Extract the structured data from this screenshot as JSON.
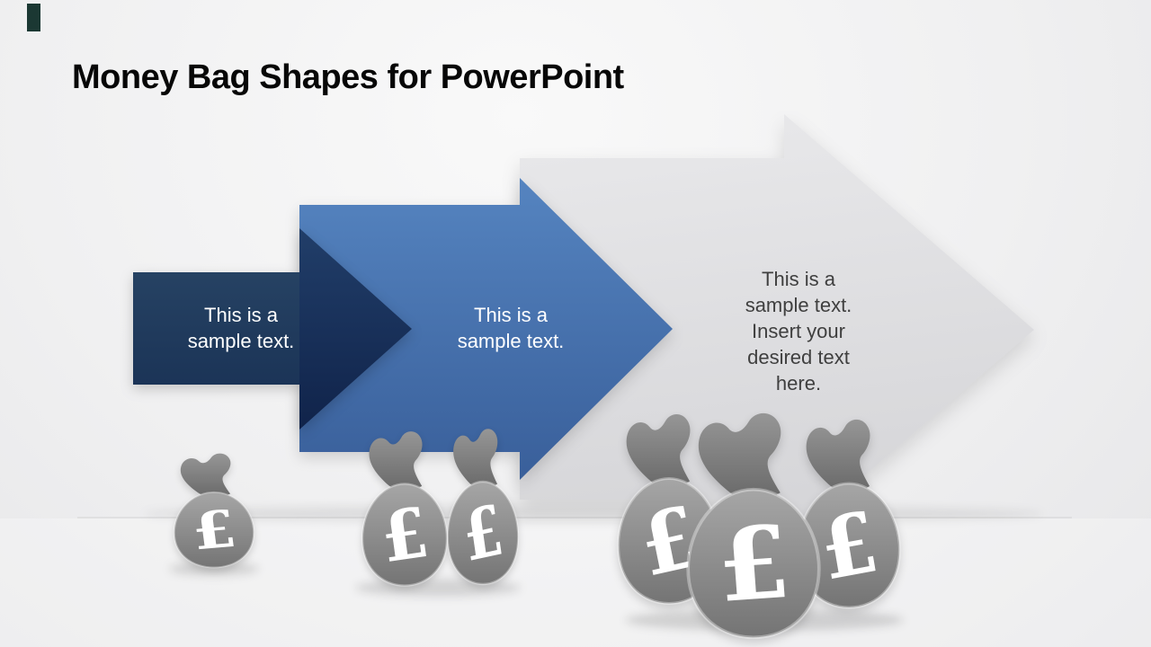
{
  "slide": {
    "title": "Money Bag Shapes for PowerPoint",
    "background_color": "#f0f0f1",
    "corner_accent_color": "#1b3833"
  },
  "arrows": [
    {
      "step": 1,
      "label": "This is a sample text.",
      "body_color": "#213a5e",
      "head_color": "#152c50",
      "text_color": "#ffffff"
    },
    {
      "step": 2,
      "label": "This is a sample text.",
      "body_color_top": "#5584c0",
      "body_color_bottom": "#395f9a",
      "text_color": "#ffffff"
    },
    {
      "step": 3,
      "label": "This is a sample text. Insert your desired text here.",
      "body_color_top": "#e9e9eb",
      "body_color_bottom": "#d5d5d8",
      "text_color": "#3f3f3f"
    }
  ],
  "money_bags": {
    "currency_symbol": "£",
    "bag_color": "#8c8c8c",
    "knot_color": "#7a7a7a",
    "symbol_color": "#ffffff",
    "groups": [
      {
        "name": "small",
        "bag_count": 1
      },
      {
        "name": "medium",
        "bag_count": 2
      },
      {
        "name": "large",
        "bag_count": 3
      }
    ]
  }
}
